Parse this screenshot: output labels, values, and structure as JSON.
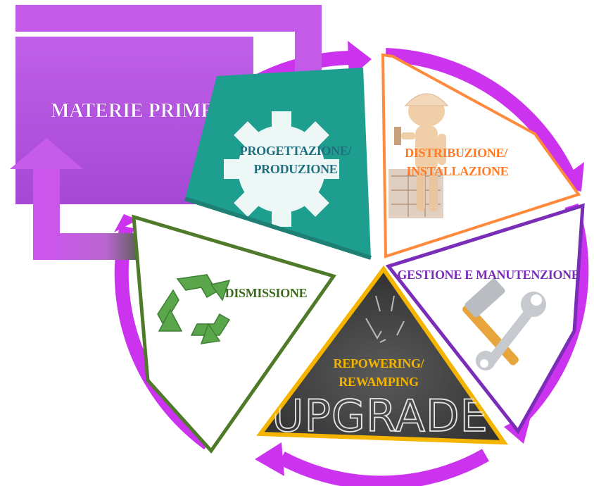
{
  "source": {
    "label": "MATERIE PRIME",
    "color": "#cc66ee",
    "text_color": "#ffffff"
  },
  "stages": [
    {
      "id": "progettazione",
      "line1": "PROGETTAZIONE/",
      "line2": "PRODUZIONE",
      "color": "#1e9e8e",
      "text_color": "#1e6f7f",
      "icon": "gear-icon"
    },
    {
      "id": "distribuzione",
      "line1": "DISTRIBUZIONE/",
      "line2": "INSTALLAZIONE",
      "color": "#ff8a3c",
      "text_color": "#ff7b28",
      "icon": "worker-icon"
    },
    {
      "id": "gestione",
      "line1": "GESTIONE E MANUTENZIONE",
      "line2": "",
      "color": "#7a2eb8",
      "text_color": "#7a2eb8",
      "icon": "tools-icon"
    },
    {
      "id": "repowering",
      "line1": "REPOWERING/",
      "line2": "REWAMPING",
      "color": "#f4b400",
      "text_color": "#f4b400",
      "icon": "chalkboard-icon"
    },
    {
      "id": "dismissione",
      "line1": "DISMISSIONE",
      "line2": "",
      "color": "#4e7a2a",
      "text_color": "#3c6b1e",
      "icon": "recycle-icon"
    }
  ],
  "chalkboard_text": "UPGRADE",
  "cycle_arrow_color": "#cc33ee"
}
